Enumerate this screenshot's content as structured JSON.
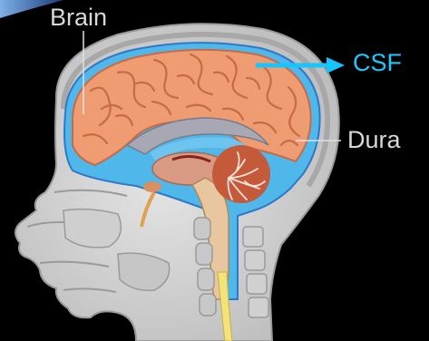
{
  "labels": {
    "brain": "Brain",
    "csf": "CSF",
    "dura": "Dura"
  },
  "colors": {
    "background": "#000000",
    "label_white": "#d8d8d8",
    "csf_cyan": "#1ec8ff",
    "arrow_cyan": "#18c4ff",
    "skin_gray": "#d6d6d6",
    "cortex": "#ef9c72",
    "cortex_fold": "#c86a47",
    "csf_fluid": "#4fb7ea",
    "spinal_cord": "#f4e27a"
  }
}
